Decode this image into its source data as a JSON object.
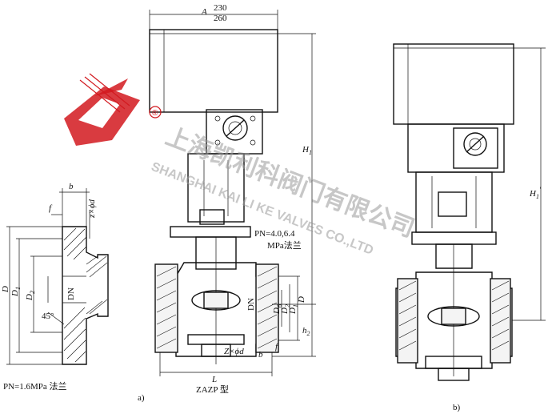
{
  "labels": {
    "dim_a_prefix": "A",
    "dim_a_top": "230",
    "dim_a_bottom": "260",
    "h1": "H",
    "h1_sub": "1",
    "h1_prime": "H",
    "h1_prime_sub": "1",
    "h1_prime_mark": "'",
    "h2": "h",
    "h2_sub": "2",
    "dim_l": "L",
    "dim_b": "b",
    "dim_f_left": "f",
    "dim_f_right": "f",
    "dim_b_right": "b",
    "z_phi_d_left": "z×ϕd",
    "z_phi_d_right": "Z×ϕd",
    "d_big": "D",
    "d1": "D",
    "d1_sub": "1",
    "d2": "D",
    "d2_sub": "2",
    "dn_left": "DN",
    "dn_right": "DN",
    "d6": "D",
    "d6_sub": "6",
    "d2_right": "D",
    "d2_right_sub": "2",
    "d1_right": "D",
    "d1_right_sub": "1",
    "d_right": "D",
    "angle": "45°",
    "pn_note_1": "PN=4.0,6.4",
    "pn_note_2": "MPa法兰",
    "flange_caption": "PN=1.6MPa 法兰",
    "model_caption": "ZAZP 型",
    "caption_a": "a)",
    "caption_b": "b)"
  },
  "watermark": {
    "cn": "上海凯利科阀门有限公司",
    "en": "SHANGHAI KAI LI KE VALVES CO.,LTD",
    "registered": "®",
    "logo_color": "#d2191f"
  }
}
